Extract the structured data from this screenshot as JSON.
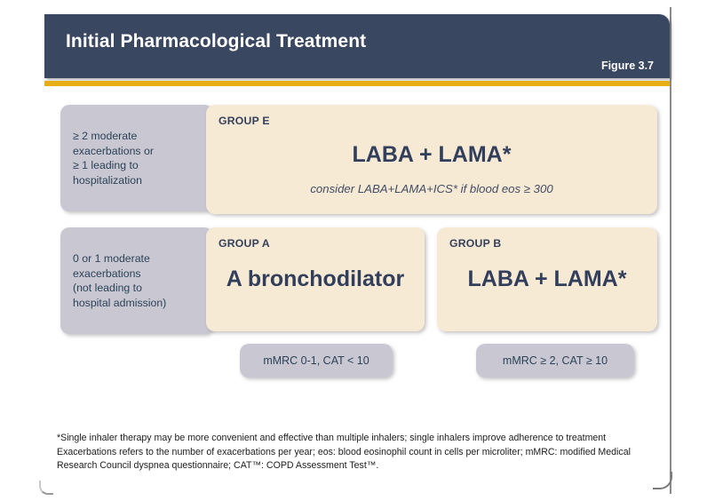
{
  "header": {
    "title": "Initial Pharmacological Treatment",
    "figure_label": "Figure 3.7",
    "banner_color": "#3a4761",
    "accent_bar_color": "#e8ae18"
  },
  "rows": [
    {
      "criteria": "≥ 2 moderate\nexacerbations or\n≥ 1 leading to\nhospitalization",
      "group_label": "GROUP E",
      "treatment_main": "LABA + LAMA*",
      "treatment_sub": "consider LABA+LAMA+ICS* if blood eos ≥ 300"
    },
    {
      "criteria": "0 or 1 moderate\nexacerbations\n(not leading to\nhospital admission)",
      "group_a_label": "GROUP A",
      "group_a_treatment": "A bronchodilator",
      "group_b_label": "GROUP B",
      "group_b_treatment": "LABA + LAMA*"
    }
  ],
  "symptom_scales": [
    {
      "label": "mMRC 0-1, CAT < 10"
    },
    {
      "label": "mMRC ≥ 2, CAT ≥ 10"
    }
  ],
  "footnotes": {
    "line1": "*Single inhaler therapy may be more convenient and effective than multiple inhalers; single inhalers improve adherence to treatment",
    "line2": "Exacerbations refers to the number of exacerbations per year; eos: blood eosinophil count in cells per microliter; mMRC: modified Medical Research Council dyspnea questionnaire; CAT™: COPD Assessment Test™."
  },
  "colors": {
    "criteria_box": "#c9c8d2",
    "treatment_box": "#f7ead4",
    "text_navy": "#33405c"
  }
}
